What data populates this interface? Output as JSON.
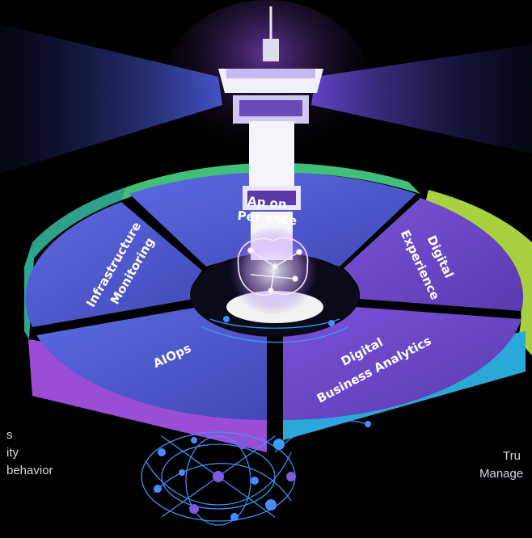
{
  "wheel": {
    "segments": [
      {
        "id": "application-performance",
        "lines": [
          "Ap",
          "on"
        ],
        "lines2": [
          "Per",
          "ance"
        ]
      },
      {
        "id": "digital-experience",
        "lines": [
          "Digital",
          "Experience"
        ]
      },
      {
        "id": "digital-business-analytics",
        "lines": [
          "Digital",
          "Business Analytics"
        ]
      },
      {
        "id": "aiops",
        "lines": [
          "AIOps"
        ]
      },
      {
        "id": "infrastructure-monitoring",
        "lines": [
          "Infrastructure",
          "Monitoring"
        ]
      }
    ]
  },
  "left_fragments": [
    "s",
    "ity",
    "behavior"
  ],
  "right_fragments": [
    "Tru",
    "Manage"
  ],
  "colors": {
    "background": "#000000",
    "segment_fill_top": "#5a5fd8",
    "segment_fill_right": "#7447c9",
    "rim_green": "#3fbf7a",
    "rim_purple": "#9a4dd6",
    "rim_cyan": "#2aa8d8",
    "network_blue": "#3a9cff"
  }
}
